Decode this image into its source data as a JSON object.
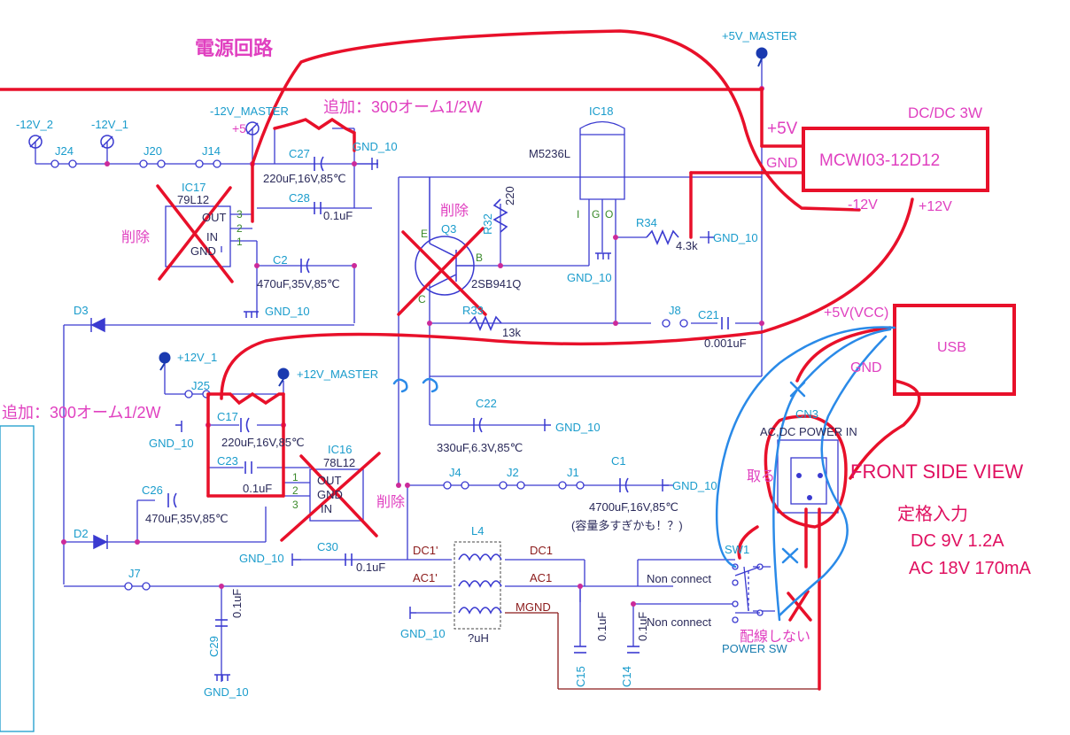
{
  "title": "電源回路",
  "notes": {
    "add_top": "追加：300オーム1/2W",
    "add_left": "追加：300オーム1/2W",
    "delete": "削除",
    "remove": "取る",
    "no_wiring": "配線しない",
    "capacity_note": "(容量多すぎかも！？)",
    "front_side_view": "FRONT SIDE VIEW",
    "rating_title": "定格入力",
    "rating_dc": "DC 9V  1.2A",
    "rating_ac": "AC 18V 170mA"
  },
  "power_ports": {
    "m12v_2": "-12V_2",
    "m12v_1": "-12V_1",
    "m12v_master": "-12V_MASTER",
    "p5v_master": "+5V_MASTER",
    "p12v_1": "+12V_1",
    "p12v_master": "+12V_MASTER",
    "p5": "+5"
  },
  "dcdc": {
    "header": "DC/DC 3W",
    "part": "MCWI03-12D12",
    "pin_p5v": "+5V",
    "pin_gnd": "GND",
    "pin_m12v": "-12V",
    "pin_p12v": "+12V"
  },
  "usb": {
    "label": "USB",
    "pin_vcc": "+5V(VCC)",
    "pin_gnd": "GND"
  },
  "jumpers": {
    "j24": "J24",
    "j20": "J20",
    "j14": "J14",
    "j25": "J25",
    "j4": "J4",
    "j2": "J2",
    "j1": "J1",
    "j7": "J7",
    "j8": "J8"
  },
  "ic17": {
    "ref": "IC17",
    "part": "79L12",
    "out": "OUT",
    "in": "IN",
    "gnd": "GND",
    "p3": "3",
    "p2": "2",
    "p1": "1"
  },
  "ic16": {
    "ref": "IC16",
    "part": "78L12",
    "out": "OUT",
    "gnd": "GND",
    "in": "IN",
    "p1": "1",
    "p2": "2",
    "p3": "3"
  },
  "ic18": {
    "ref": "IC18",
    "part": "M5236L",
    "i": "I",
    "g": "G",
    "o": "O"
  },
  "q3": {
    "ref": "Q3",
    "part": "2SB941Q",
    "e": "E",
    "b": "B",
    "c": "C"
  },
  "caps": {
    "c27": "C27",
    "c27_val": "220uF,16V,85℃",
    "c28": "C28",
    "c28_val": "0.1uF",
    "c2": "C2",
    "c2_val": "470uF,35V,85℃",
    "c17": "C17",
    "c17_val": "220uF,16V,85℃",
    "c23": "C23",
    "c23_val": "0.1uF",
    "c26": "C26",
    "c26_val": "470uF,35V,85℃",
    "c22": "C22",
    "c22_val": "330uF,6.3V,85℃",
    "c1": "C1",
    "c1_val": "4700uF,16V,85℃",
    "c21": "C21",
    "c21_val": "0.001uF",
    "c30": "C30",
    "c30_val": "0.1uF",
    "c29": "C29",
    "c29_val": "0.1uF",
    "c15": "C15",
    "c15_val": "0.1uF",
    "c14": "C14",
    "c14_val": "0.1uF"
  },
  "resistors": {
    "r32": "R32",
    "r32_val": "220",
    "r34": "R34",
    "r34_val": "4.3k",
    "r33": "R33",
    "r33_val": "13k"
  },
  "diodes": {
    "d3": "D3",
    "d2": "D2"
  },
  "inductor": {
    "ref": "L4",
    "val": "?uH"
  },
  "nets": {
    "dc1p": "DC1'",
    "ac1p": "AC1'",
    "dc1": "DC1",
    "ac1": "AC1",
    "mgnd": "MGND"
  },
  "gnd_label": "GND_10",
  "cn3": {
    "ref": "CN3",
    "label": "AC,DC POWER IN"
  },
  "sw1": {
    "ref": "SW1",
    "label": "POWER SW",
    "nc1": "Non connect",
    "nc2": "Non connect"
  },
  "colors": {
    "wire": "#3a3ad0",
    "red_markup": "#e8102a",
    "blue_markup": "#2a8ae8",
    "pink_text": "#e040c0",
    "component_text": "#1a9ccc"
  }
}
